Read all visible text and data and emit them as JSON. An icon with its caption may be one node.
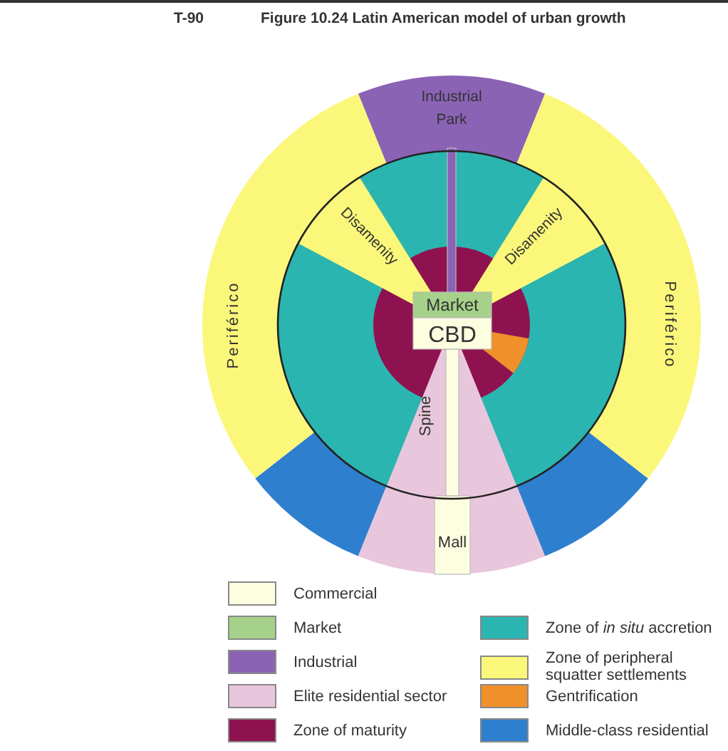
{
  "diagram": {
    "title": "Figure 10.24 Latin American model of urban growth",
    "nodes": [
      {
        "text": [
          "Industrial Park"
        ]
      },
      {
        "text": [
          "Disamenity"
        ]
      },
      {
        "text": [
          "Disamenity"
        ]
      },
      {
        "text": [
          "Periférico"
        ]
      },
      {
        "text": [
          "Market"
        ]
      },
      {
        "text": [
          "CBD"
        ]
      },
      {
        "text": [
          "Periférico"
        ]
      },
      {
        "text": [
          "Spine"
        ]
      },
      {
        "text": [
          "Mall"
        ],
        "in": 7
      }
    ],
    "labels": [
      "T-90"
    ],
    "legend": [
      {
        "text": "Commercial",
        "color": "#fdfde0"
      },
      {
        "text": "Market",
        "color": "#a6d18a"
      },
      {
        "text": "Industrial",
        "color": "#8a63b5"
      },
      {
        "text": "Elite residential sector",
        "color": "#e8c6dc"
      },
      {
        "text": "Zone of maturity",
        "color": "#8f1250"
      },
      {
        "text": "Zone of *in situ* accretion",
        "color": "#2bb5b0"
      },
      {
        "text": "Zone of peripheral squatter settlements",
        "color": "#fbf77a"
      },
      {
        "text": "Gentrification",
        "color": "#f0902a"
      },
      {
        "text": "Middle-class residential",
        "color": "#2f7fcf"
      }
    ]
  }
}
